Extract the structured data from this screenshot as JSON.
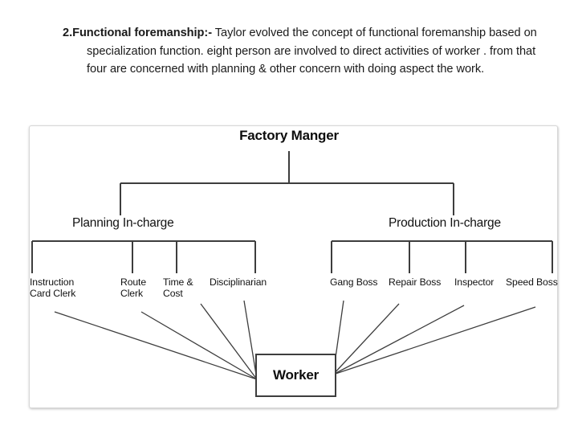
{
  "slide": {
    "heading_number": "2.",
    "heading_bold": "Functional foremanship:-",
    "body": " Taylor evolved the concept of functional foremanship based on specialization function. eight person are involved to direct activities of worker . from that four are concerned with planning & other concern with doing aspect the work."
  },
  "diagram": {
    "title": "Functional foremanship organization chart",
    "root": "Factory Manger",
    "branches": [
      {
        "label": "Planning In-charge"
      },
      {
        "label": "Production In-charge"
      }
    ],
    "planning_leaves": [
      {
        "line1": "Instruction",
        "line2": "Card Clerk"
      },
      {
        "line1": "Route",
        "line2": "Clerk"
      },
      {
        "line1": "Time &",
        "line2": "Cost"
      },
      {
        "line1": "Disciplinarian",
        "line2": ""
      }
    ],
    "production_leaves": [
      {
        "line1": "Gang Boss",
        "line2": ""
      },
      {
        "line1": "Repair Boss",
        "line2": ""
      },
      {
        "line1": "Inspector",
        "line2": ""
      },
      {
        "line1": "Speed Boss",
        "line2": ""
      }
    ],
    "worker": "Worker",
    "colors": {
      "line": "#3d3d3d",
      "frame_border": "#d7d7d7",
      "text": "#121212",
      "background": "#ffffff"
    }
  }
}
